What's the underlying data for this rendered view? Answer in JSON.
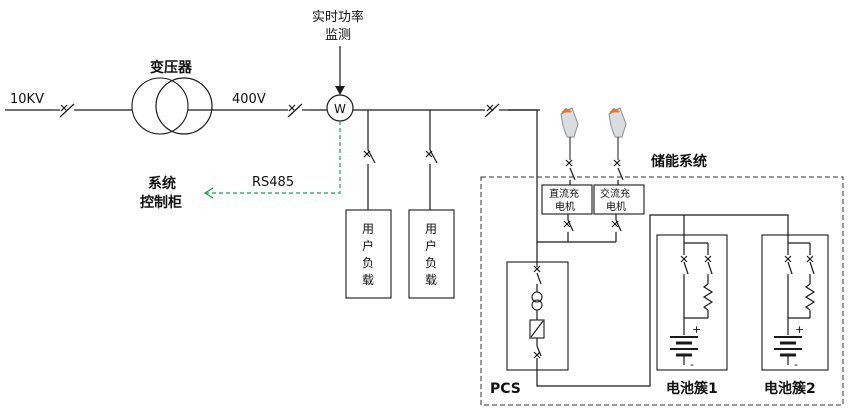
{
  "labels": {
    "grid_voltage": "10KV",
    "transformer": "变压器",
    "low_voltage": "400V",
    "monitor_line1": "实时功率",
    "monitor_line2": "监测",
    "meter_symbol": "W",
    "comm_protocol": "RS485",
    "control_line1": "系统",
    "control_line2": "控制柜",
    "load1": [
      "用",
      "户",
      "负",
      "载"
    ],
    "load2": [
      "用",
      "户",
      "负",
      "载"
    ],
    "storage_system": "储能系统",
    "dc_charger_line1": "直流充",
    "dc_charger_line2": "电机",
    "ac_charger_line1": "交流充",
    "ac_charger_line2": "电机",
    "pcs": "PCS",
    "battery1": "电池簇1",
    "battery2": "电池簇2",
    "plus1": "+",
    "minus1": "-",
    "plus2": "+",
    "minus2": "-"
  },
  "colors": {
    "line": "#1a1a1a",
    "comm_line": "#1aa04a",
    "charger_tip": "#e07a2a",
    "charger_body": "#d9dde2"
  }
}
